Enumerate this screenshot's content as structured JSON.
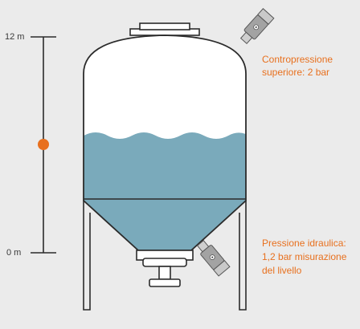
{
  "scale": {
    "top_label": "12 m",
    "bottom_label": "0 m"
  },
  "annotations": {
    "top_line1": "Contropressione",
    "top_line2": "superiore: 2 bar",
    "bottom_line1": "Pressione idraulica:",
    "bottom_line2": "1,2 bar misurazione",
    "bottom_line3": "del livello"
  },
  "colors": {
    "background": "#ebebeb",
    "outline": "#2b2b2b",
    "liquid": "#7aaabb",
    "tank_fill": "#ffffff",
    "accent": "#e8701e",
    "sensor": "#9a9a9a"
  },
  "icons": [
    "pressure-sensor-top-icon",
    "pressure-sensor-bottom-icon"
  ]
}
